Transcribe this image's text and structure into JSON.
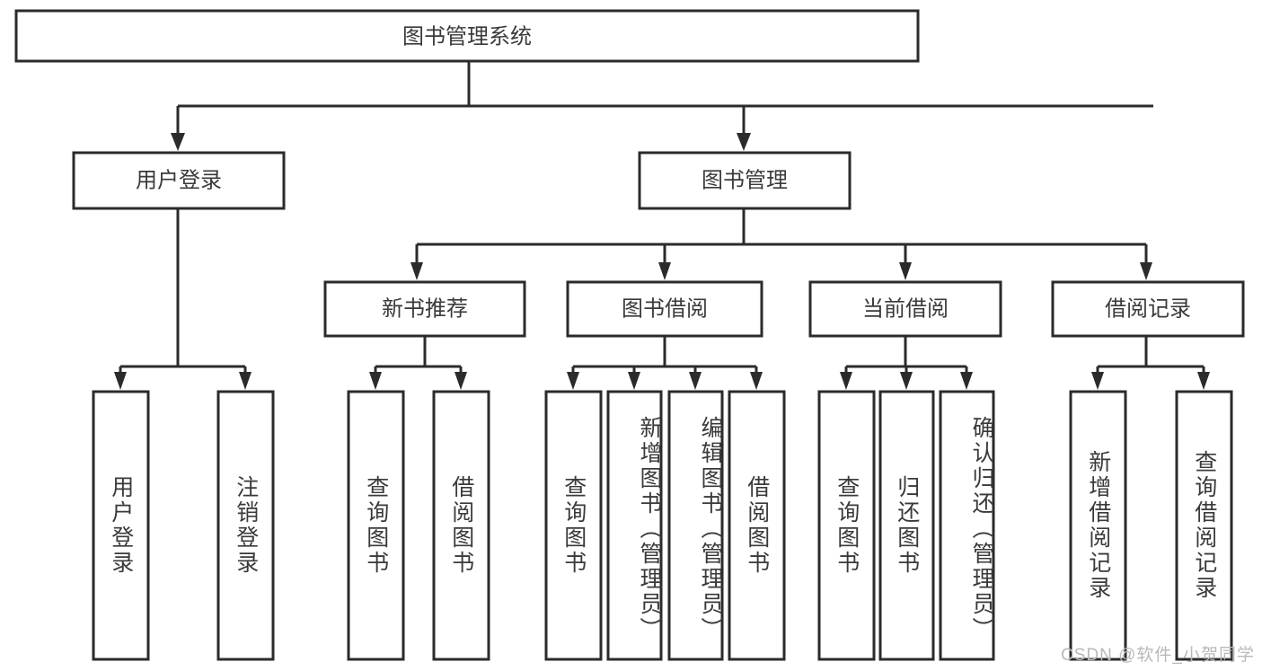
{
  "diagram": {
    "type": "tree-hierarchy-chart",
    "title": "图书管理系统",
    "colors": {
      "background": "#ffffff",
      "box_stroke": "#2b2b2b",
      "box_fill": "#ffffff",
      "text": "#3a3a3a",
      "watermark": "#b9b9b9"
    },
    "root": {
      "label": "图书管理系统",
      "orientation": "horizontal"
    },
    "level2": [
      {
        "id": "user-login",
        "label": "用户登录",
        "orientation": "horizontal"
      },
      {
        "id": "book-management",
        "label": "图书管理",
        "orientation": "horizontal"
      }
    ],
    "level3": [
      {
        "id": "new-book-recommend",
        "label": "新书推荐",
        "orientation": "horizontal",
        "parent": "book-management"
      },
      {
        "id": "book-borrow",
        "label": "图书借阅",
        "orientation": "horizontal",
        "parent": "book-management"
      },
      {
        "id": "current-borrow",
        "label": "当前借阅",
        "orientation": "horizontal",
        "parent": "book-management"
      },
      {
        "id": "borrow-record",
        "label": "借阅记录",
        "orientation": "horizontal",
        "parent": "book-management"
      }
    ],
    "leaves": [
      {
        "id": "leaf-user-login",
        "label": "用户登录",
        "parent": "user-login",
        "orientation": "vertical"
      },
      {
        "id": "leaf-logout-login",
        "label": "注销登录",
        "parent": "user-login",
        "orientation": "vertical"
      },
      {
        "id": "leaf-query-book-1",
        "label": "查询图书",
        "parent": "new-book-recommend",
        "orientation": "vertical"
      },
      {
        "id": "leaf-borrow-book-1",
        "label": "借阅图书",
        "parent": "new-book-recommend",
        "orientation": "vertical"
      },
      {
        "id": "leaf-query-book-2",
        "label": "查询图书",
        "parent": "book-borrow",
        "orientation": "vertical"
      },
      {
        "id": "leaf-add-book",
        "label": "新增图书（管理员）",
        "parent": "book-borrow",
        "orientation": "vertical"
      },
      {
        "id": "leaf-edit-book",
        "label": "编辑图书（管理员）",
        "parent": "book-borrow",
        "orientation": "vertical"
      },
      {
        "id": "leaf-borrow-book-2",
        "label": "借阅图书",
        "parent": "book-borrow",
        "orientation": "vertical"
      },
      {
        "id": "leaf-query-book-3",
        "label": "查询图书",
        "parent": "current-borrow",
        "orientation": "vertical"
      },
      {
        "id": "leaf-return-book",
        "label": "归还图书",
        "parent": "current-borrow",
        "orientation": "vertical"
      },
      {
        "id": "leaf-confirm-return",
        "label": "确认归还（管理员）",
        "parent": "current-borrow",
        "orientation": "vertical"
      },
      {
        "id": "leaf-add-record",
        "label": "新增借阅记录",
        "parent": "borrow-record",
        "orientation": "vertical"
      },
      {
        "id": "leaf-query-record",
        "label": "查询借阅记录",
        "parent": "borrow-record",
        "orientation": "vertical"
      }
    ]
  },
  "watermark": {
    "text": "CSDN @软件_小贺同学"
  }
}
